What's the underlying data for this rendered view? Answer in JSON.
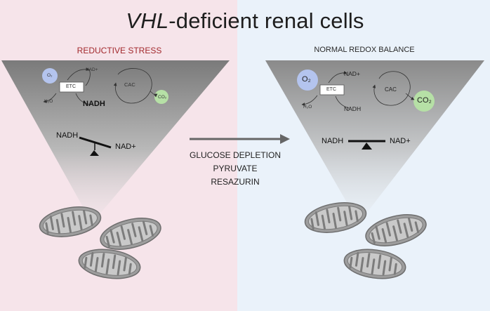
{
  "title_italic": "VHL",
  "title_rest": "-deficient renal cells",
  "left_panel": {
    "heading": "REDUCTIVE STRESS",
    "o2": "O₂",
    "co2": "CO₂",
    "nad_plus_top": "NAD+",
    "etc": "ETC",
    "cac": "CAC",
    "h2o": "H₂O",
    "nadh_bold": "NADH",
    "balance_left": "NADH",
    "balance_right": "NAD+"
  },
  "right_panel": {
    "heading": "NORMAL REDOX BALANCE",
    "o2": "O₂",
    "co2": "CO₂",
    "nad_plus_top": "NAD+",
    "etc": "ETC",
    "cac": "CAC",
    "h2o": "H₂O",
    "nadh_small": "NADH",
    "balance_left": "NADH",
    "balance_right": "NAD+"
  },
  "treatments": [
    "GLUCOSE DEPLETION",
    "PYRUVATE",
    "RESAZURIN"
  ],
  "colors": {
    "left_bg": "#f6e4ea",
    "right_bg": "#eaf2fa",
    "heading_red": "#a2282c",
    "o2_fill": "#b4c4ee",
    "co2_fill": "#b6e0a6",
    "arrow": "#666666"
  }
}
